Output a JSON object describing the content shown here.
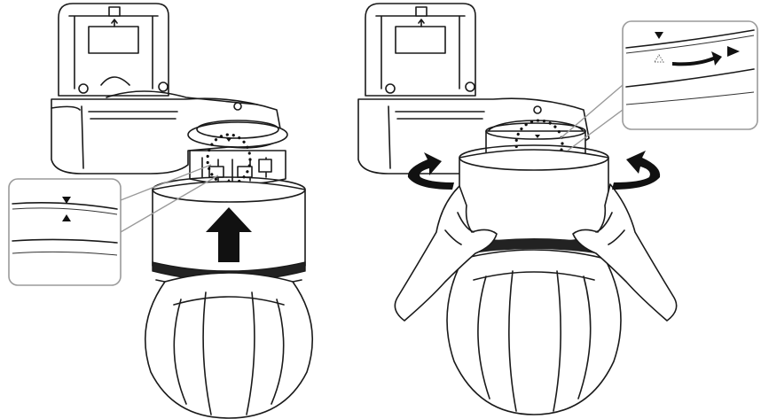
{
  "figure": {
    "panels": [
      {
        "name": "left-panel",
        "step": "align-and-lift",
        "arrow": "up"
      },
      {
        "name": "right-panel",
        "step": "rotate-to-lock",
        "arrow": "rotate-clockwise"
      }
    ],
    "colors": {
      "line": "#1a1a1a",
      "callout_border": "#9a9a9a",
      "ring": "#222222",
      "background": "#ffffff"
    }
  }
}
